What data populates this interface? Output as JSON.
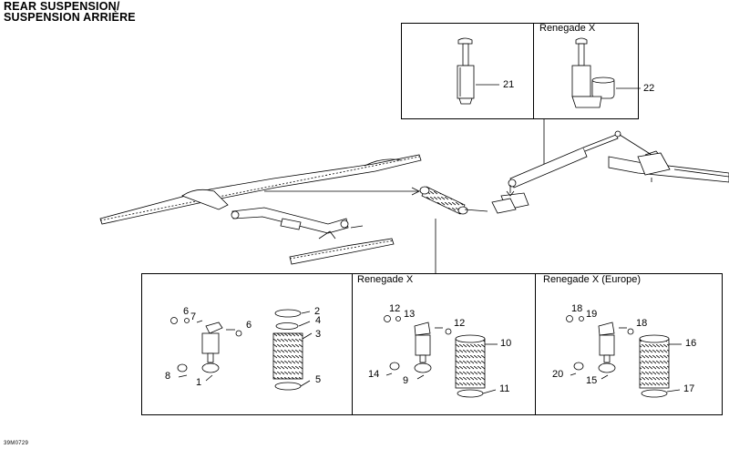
{
  "title": {
    "line1": "REAR SUSPENSION/",
    "line2": "SUSPENSION ARRIÈRE"
  },
  "doc_id": "39M0729",
  "panels": {
    "top_renegade": {
      "label": "Renegade X"
    },
    "bottom_renegade": {
      "label": "Renegade X"
    },
    "bottom_europe": {
      "label": "Renegade X (Europe)"
    }
  },
  "callouts": {
    "c1": "1",
    "c2": "2",
    "c3": "3",
    "c4": "4",
    "c5": "5",
    "c6a": "6",
    "c6b": "6",
    "c7": "7",
    "c8": "8",
    "c9": "9",
    "c10": "10",
    "c11": "11",
    "c12a": "12",
    "c12b": "12",
    "c13": "13",
    "c14": "14",
    "c15": "15",
    "c16": "16",
    "c17": "17",
    "c18a": "18",
    "c18b": "18",
    "c19": "19",
    "c20": "20",
    "c21": "21",
    "c22": "22"
  },
  "colors": {
    "line": "#000000",
    "part_fill": "#ffffff",
    "shade": "#cfcfcf"
  }
}
